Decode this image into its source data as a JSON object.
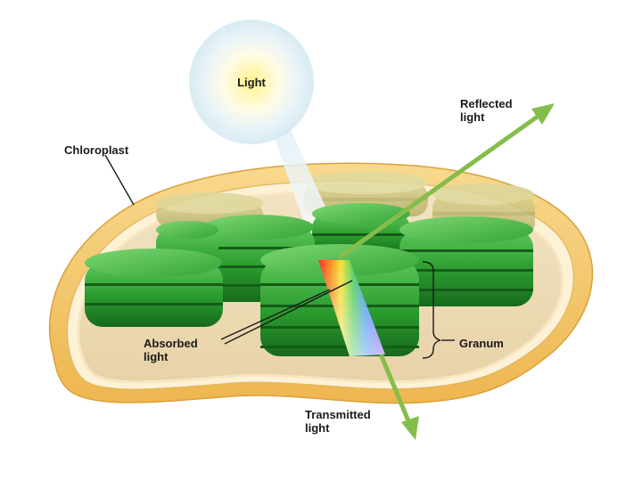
{
  "labels": {
    "light": "Light",
    "reflected": "Reflected\nlight",
    "chloroplast": "Chloroplast",
    "absorbed": "Absorbed\nlight",
    "granum": "Granum",
    "transmitted": "Transmitted\nlight"
  },
  "colors": {
    "envelope_outer": "#f3c56a",
    "envelope_inner": "#fdf0d2",
    "stroma": "#efdcb6",
    "thylakoid": "#2f9b33",
    "thylakoid_dark": "#1b6b1f",
    "thylakoid_faded": "#c8c07a",
    "light_glow": "#fff3a8",
    "arrow": "#86bd4a"
  },
  "icons": {
    "light_source": "sun-glow",
    "reflected_arrow": "arrow-up-right",
    "transmitted_arrow": "arrow-down"
  }
}
